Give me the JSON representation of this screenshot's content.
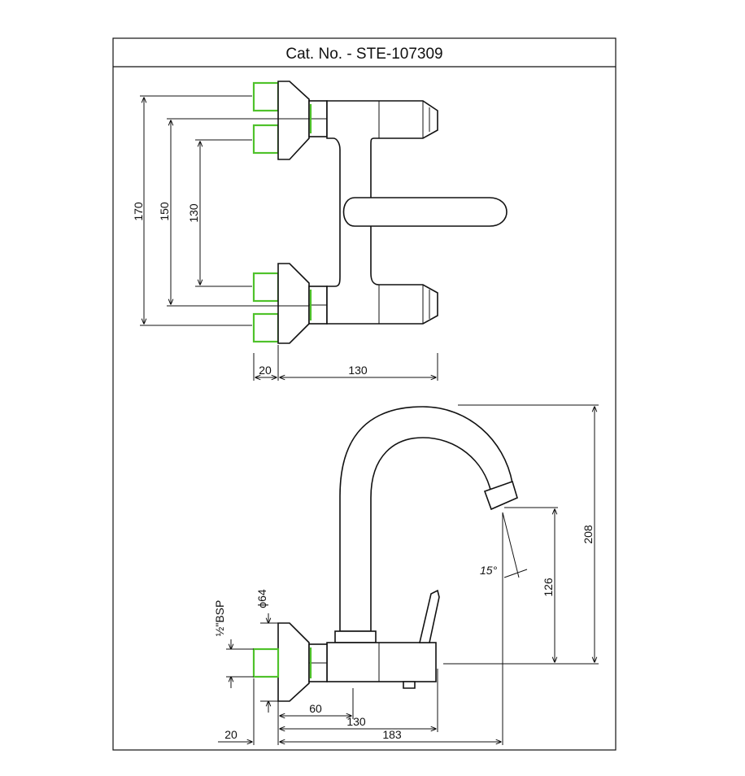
{
  "title": "Cat. No. - STE-107309",
  "top_view": {
    "dim_170": "170",
    "dim_150": "150",
    "dim_130_vertical": "130",
    "dim_20": "20",
    "dim_130_horizontal": "130"
  },
  "side_view": {
    "dim_208": "208",
    "dim_126": "126",
    "angle": "15°",
    "diameter": "ϕ64",
    "thread_label": "½\"BSP",
    "dim_60": "60",
    "dim_130": "130",
    "dim_20": "20",
    "dim_183": "183"
  },
  "colors": {
    "inlet_accent": "#4fc22b",
    "line": "#111111"
  }
}
